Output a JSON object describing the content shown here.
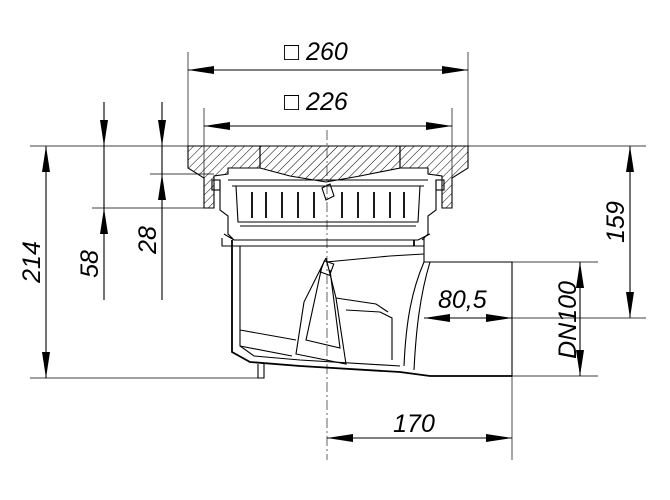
{
  "dimensions": {
    "outer_width": "□ 260",
    "inner_width": "□ 226",
    "total_height": "214",
    "height_58": "58",
    "height_28": "28",
    "height_159": "159",
    "pipe_diameter": "DN100",
    "offset_80_5": "80,5",
    "outlet_length": "170"
  }
}
